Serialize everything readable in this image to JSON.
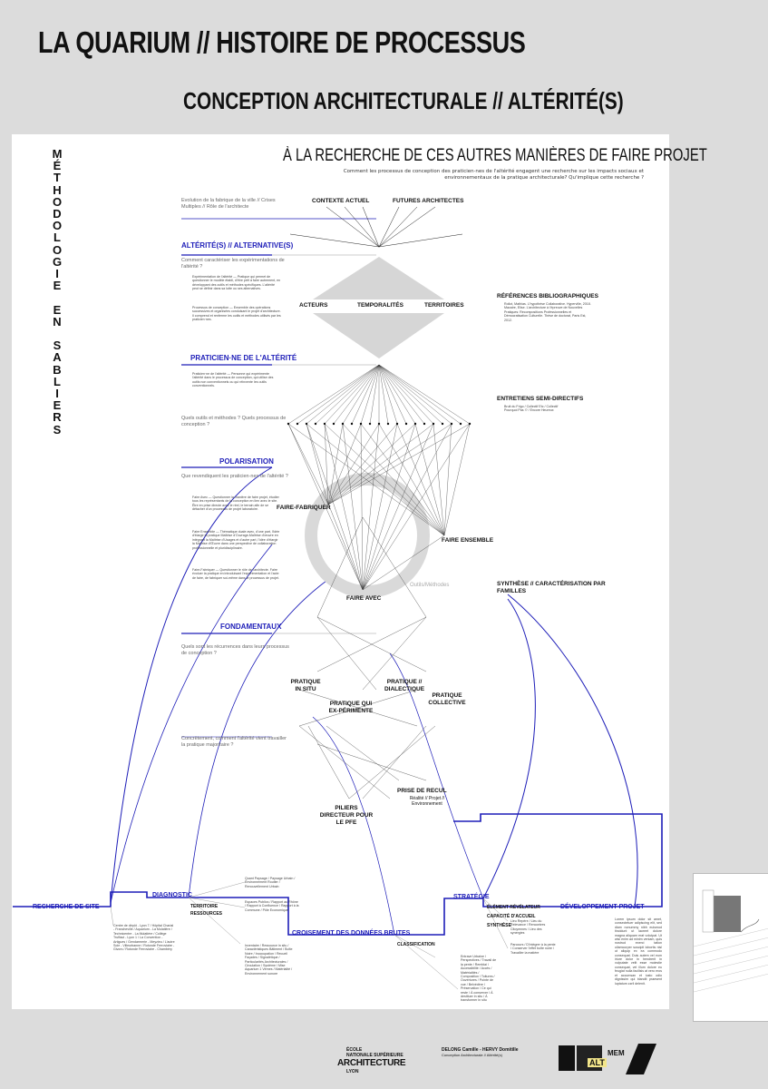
{
  "header": {
    "title": "LA QUARIUM // HISTOIRE DE PROCESSUS",
    "subtitle": "CONCEPTION ARCHITECTURALE // ALTÉRITÉ(S)"
  },
  "side_letters": [
    "M",
    "É",
    "T",
    "H",
    "O",
    "D",
    "O",
    "L",
    "O",
    "G",
    "I",
    "E",
    "",
    "E",
    "N",
    "",
    "S",
    "A",
    "B",
    "L",
    "I",
    "E",
    "R",
    "S"
  ],
  "poster": {
    "title": "À LA RECHERCHE DE CES AUTRES MANIÈRES DE FAIRE PROJET",
    "question": "Comment les processus de conception des praticien·nes de l'altérité engagent une recherche sur les impacts sociaux et environnementaux de la pratique architecturale? Qu'implique cette recherche ?",
    "intro_note": "Evolution de la fabrique de la ville // Crises Multiples // Rôle de l'architecte",
    "top_labels": {
      "contexte": "CONTEXTE ACTUEL",
      "futurs": "FUTURES ARCHITECTES"
    },
    "sections": {
      "alterites": "ALTÉRITÉ(S) // ALTERNATIVE(S)",
      "praticien": "PRATICIEN·NE DE L'ALTÉRITÉ",
      "polarisation": "POLARISATION",
      "fondamentaux": "FONDAMENTAUX"
    },
    "questions": {
      "q1": "Comment caractériser les expérimentations de l'altérité ?",
      "q2": "Quels outils et méthodes ? Quels processus de conception ?",
      "q3": "Que revendiquent les praticien·nes de l'altérité ?",
      "q4": "Quels sont les récurrences dans leurs processus de conception ?",
      "q5": "Concrètement, comment l'altérité vient travailler la pratique majoritaire ?"
    },
    "blocks": {
      "b1": "Expérimentation de l'altérité — Pratique qui permet de questionner le modèle établi, d'être prêt à faire autrement, en développant des outils et méthodes spécifiques. L'altérité peut se définir dans sa lutte ou ses alternatives.",
      "b2": "Processus de conception — Ensemble des opérations successives et organisées conduisant le projet d'architecture. Il comprend et renferme les outils et méthodes utilisés par les praticien·nes.",
      "b3": "Praticien·ne de l'altérité — Personne qui expérimente l'altérité dans le processus de conception, qui utilise des outils non conventionnels ou qui réinvente les outils conventionnels.",
      "b4": "Faire Avec — Questionner la manière de faire projet, étudier tous les représentants de la conception en lien avec le site. Être en prise directe avec le réel, le terrain afin de se détacher d'un processus de projet laboratoire.",
      "b5": "Faire Ensemble — Thématique duale avec, d'une part, l'idée d'élargir la pratique Maîtrise d'Ouvrage-Maîtrise d'œuvre en intégrant la Maîtrise d'Usages et d'autre part, l'idée d'élargir la Maîtrise d'Œuvre dans une perspective de collaboration professionnelle et pluridisciplinaire.",
      "b6": "Faire-Fabriquer — Questionner le rôle de l'architecte. Faire évoluer la pratique en introduisant l'expérimentation et l'acte de faire, de fabriquer soi-même dans le processus de projet."
    },
    "nodes": {
      "acteurs": "ACTEURS",
      "temporalites": "TEMPORALITÉS",
      "territoires": "TERRITOIRES",
      "faire_fabriquer": "FAIRE-FABRIQUER",
      "faire_ensemble": "FAIRE ENSEMBLE",
      "faire_avec": "FAIRE AVEC",
      "outils": "Outils/Méthodes",
      "pratique_in_situ": "PRATIQUE IN SITU",
      "pratique_dialectique": "PRATIQUE // DIALECTIQUE",
      "pratique_experimente": "PRATIQUE QUI EX-PÉRIMENTE",
      "pratique_collective": "PRATIQUE COLLECTIVE",
      "piliers": "PILIERS DIRECTEUR POUR LE PFE",
      "prise_recul": "PRISE DE RECUL",
      "prise_recul_sub": "Réalité // Projet // Environnement"
    },
    "refs": {
      "title": "RÉFÉRENCES BIBLIOGRAPHIQUES",
      "text": "Rollot, Mathias. L'hypothèse Collaborative. Hyperville, 2018. Macaire, Elise. L'architecture à l'épreuve de Nouvelles Pratiques: Recompositions Professionnelles et Démocratisation Culturelle. Thèse de doctorat, Paris Est, 2012."
    },
    "entretiens": {
      "title": "ENTRETIENS SEMI-DIRECTIFS",
      "text": "Bruit du Frigo / Collectif Etc / Collectif Pourquoi Pas !? / Encore Heureux"
    },
    "synthese": "SYNTHÈSE // CARACTÉRISATION PAR FAMILLES",
    "bottom": {
      "recherche": "RECHERCHE DE SITE",
      "diagnostic": "DIAGNOSTIC",
      "croisement": "CROISEMENT DES DONNÉES BRUTES",
      "strategie": "STRATÉGIE",
      "developpement": "DÉVELOPPEMENT PROJET",
      "territoire": "TERRITOIRE",
      "ressources": "RESSOURCES",
      "classification": "CLASSIFICATION",
      "element": "ÉLÉMENT RÉVÉLATEUR",
      "capacite": "CAPACITÉ D'ACCUEIL",
      "synthese_b": "SYNTHÈSE",
      "sites": "Centre de dépôt - Lyon 7 / Hôpital Charial - Francheville / Aquarium - La Mulatière / Technicentre - La Mulatière / Collège Truffaut - Lyon 1 / La Convention - Artigues / Gendarmerie - Meyzieu / L'autre Soie - Villeurbanne / Rotonde Ferroviaire - Givors / Rotonde Ferroviaire - Chambéry",
      "diag_top": "Quant Paysage / Paysage Urbain / Environnement Routier / Renouvellement Urbain",
      "diag_res": "Espaces Publics / Rapport au Rhône / Rapport à Confluence / Rapport à la Commune / Pôle Economique",
      "cross_list": "Inventaire / Ressource in situ / Caractéristiques Bâtiment / Boîte Noire / Inoccupation / Recueil Façades / Signalétique / Particularités Architecturales / Circulation / Système / Mise Aquarium 1 Vernes / Matérialité / Environnement sonore",
      "class_list": "Entrave Urbaine / Perspectives / Travail de la pente / Remblai / Accessibilité / Accès / Matérialités / Composition / Toitures / Ouvertures / Pointe de vue / Belvédère / Préservation / Ce qui reste / À conserver / À destituer in situ / À transformer in situ",
      "strat_list": "Lieu Repère / Lieu du Relevance / Rencontres Citoyennes / Lieu des synergies",
      "strat_list2": "Parcours / D'intégrer à la pente / Conserver l'effet boîte noire / Travailler la matière",
      "lorem": "Lorem ipsum dolor sit amet, consectetuer adipiscing elit, sed diam nonummy nibh euismod tincidunt ut laoreet dolore magna aliquam erat volutpat. Ut wisi enim ad minim veniam, quis nostrud exerci tation ullamcorper suscipit lobortis nisl ut aliquip ex ea commodo consequat. Duis autem vel eum iriure dolor in hendrerit in vulputate velit esse molestie consequat, vel illum dolore eu feugiat nulla facilisis at vero eros et accumsan et iusto odio dignissim qui blandit praesent luptatum zzril delenit."
    }
  },
  "footer": {
    "school_1": "ÉCOLE",
    "school_2": "NATIONALE SUPÉRIEURE",
    "school_3": "ARCHITECTURE",
    "school_4": "LYON",
    "authors": "DELONG Camille - HERVY Domitille",
    "course": "Conception Architecturale // Altérité(s)",
    "mem": "MEM",
    "alt": "ALT"
  },
  "colors": {
    "accent": "#1d1db8",
    "sheet": "#ffffff",
    "background": "#dcdcdc"
  }
}
